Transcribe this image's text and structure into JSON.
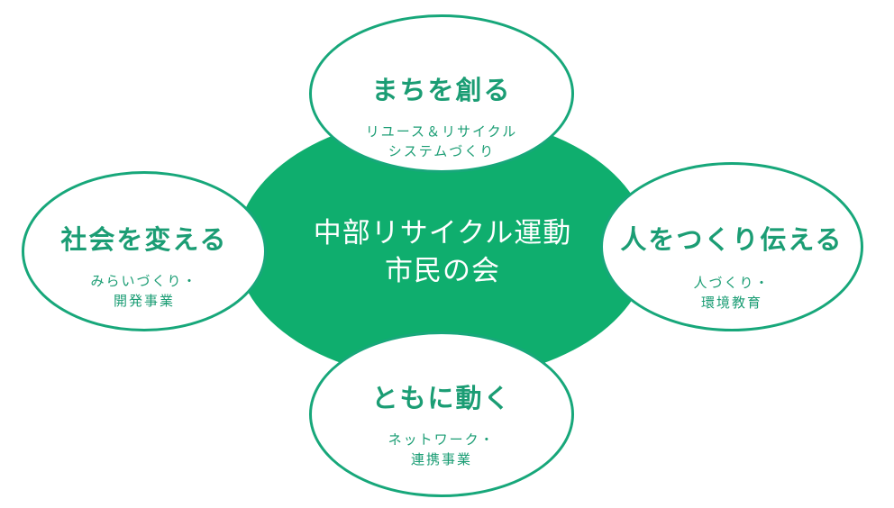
{
  "center": {
    "line1": "中部リサイクル運動",
    "line2": "市民の会"
  },
  "top": {
    "title": "まちを創る",
    "sub1": "リユース＆リサイクル",
    "sub2": "システムづくり"
  },
  "left": {
    "title": "社会を変える",
    "sub1": "みらいづくり・",
    "sub2": "開発事業"
  },
  "right": {
    "title": "人をつくり伝える",
    "sub1": "人づくり・",
    "sub2": "環境教育"
  },
  "bottom": {
    "title": "ともに動く",
    "sub1": "ネットワーク・",
    "sub2": "連携事業"
  },
  "colors": {
    "center_fill": "#0fae6e",
    "accent": "#1b9d74",
    "border": "#17a77a"
  }
}
